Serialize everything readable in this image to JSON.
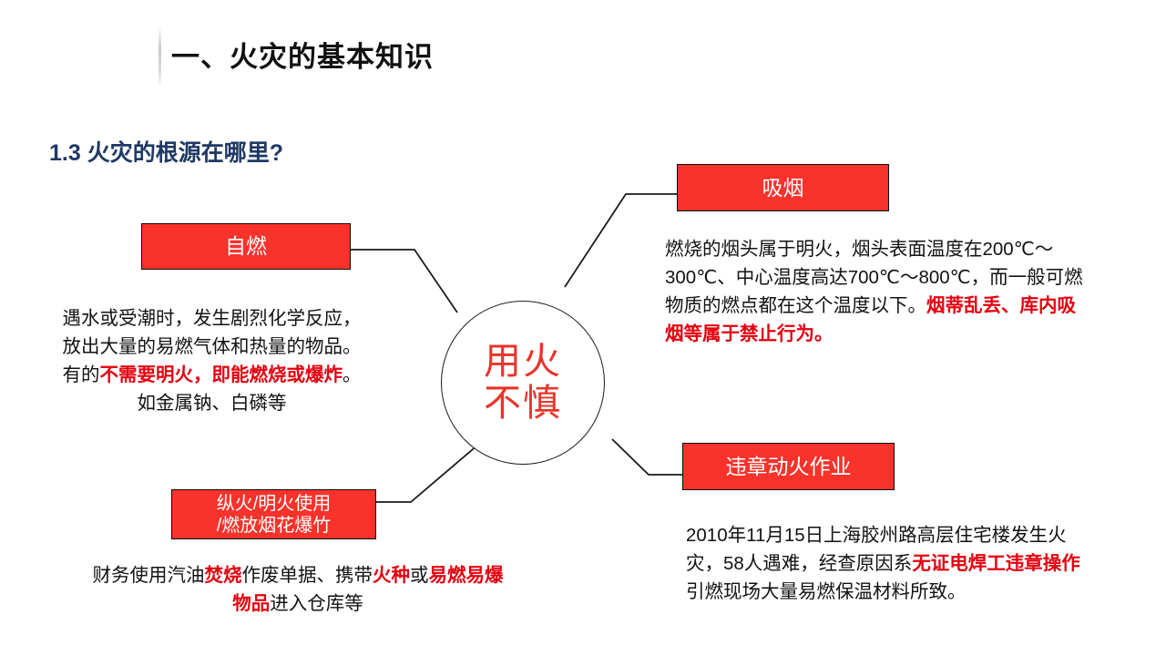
{
  "header": {
    "title": "一、火灾的基本知识",
    "subtitle": "1.3 火灾的根源在哪里?",
    "title_color": "#111111",
    "subtitle_color": "#1F3864"
  },
  "colors": {
    "box_fill": "#F9322B",
    "box_border": "#0d0d0d",
    "box_text": "#FFFFFF",
    "highlight_text": "#E4000F",
    "center_text": "#E8342A",
    "body_text": "#121212"
  },
  "center_node": {
    "name": "用火不慎",
    "line1": "用火",
    "line2": "不慎"
  },
  "nodes": [
    {
      "id": "ziran",
      "label": "自燃",
      "label_lines": [
        "自燃"
      ],
      "paragraph_runs": [
        {
          "text": "遇水或受潮时，发生剧烈化学反应，放出大量的易燃气体和热量的物品。有的",
          "highlight": false
        },
        {
          "text": "不需要明火，即能燃烧或爆炸",
          "highlight": true
        },
        {
          "text": "。如金属钠、白磷等",
          "highlight": false
        }
      ]
    },
    {
      "id": "xiyan",
      "label": "吸烟",
      "label_lines": [
        "吸烟"
      ],
      "paragraph_runs": [
        {
          "text": "燃烧的烟头属于明火，烟头表面温度在200℃～300℃、中心温度高达700℃～800℃，而一般可燃物质的燃点都在这个温度以下。",
          "highlight": false
        },
        {
          "text": "烟蒂乱丢、库内吸烟等属于禁止行为。",
          "highlight": true
        }
      ]
    },
    {
      "id": "weizhang",
      "label": "违章动火作业",
      "label_lines": [
        "违章动火作业"
      ],
      "paragraph_runs": [
        {
          "text": "2010年11月15日上海胶州路高层住宅楼发生火灾，58人遇难，经查原因系",
          "highlight": false
        },
        {
          "text": "无证电焊工违章操作",
          "highlight": true
        },
        {
          "text": "引燃现场大量易燃保温材料所致。",
          "highlight": false
        }
      ]
    },
    {
      "id": "zonghuo",
      "label": "纵火/明火使用/燃放烟花爆竹",
      "label_lines": [
        "纵火/明火使用",
        "/燃放烟花爆竹"
      ],
      "paragraph_runs": [
        {
          "text": "财务使用汽油",
          "highlight": false
        },
        {
          "text": "焚烧",
          "highlight": true
        },
        {
          "text": "作废单据、携带",
          "highlight": false
        },
        {
          "text": "火种",
          "highlight": true
        },
        {
          "text": "或",
          "highlight": false
        },
        {
          "text": "易燃易爆物品",
          "highlight": true
        },
        {
          "text": "进入仓库等",
          "highlight": false
        }
      ]
    }
  ]
}
